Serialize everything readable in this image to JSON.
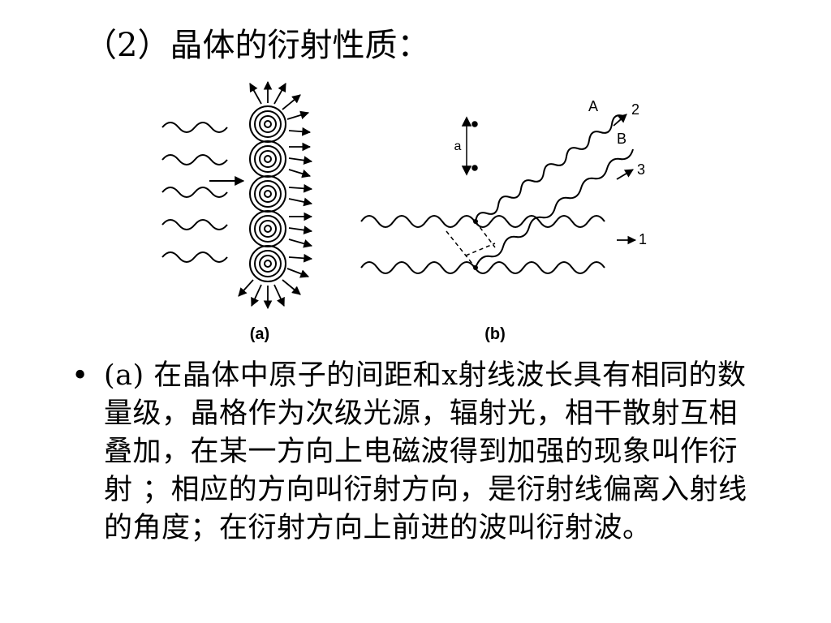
{
  "slide": {
    "title": "（2）晶体的衍射性质：",
    "bullet": "•",
    "paragraph": "(a)  在晶体中原子的间距和x射线波长具有相同的数量级，晶格作为次级光源，辐射光，相干散射互相叠加，在某一方向上电磁波得到加强的现象叫作衍射 ；相应的方向叫衍射方向，是衍射线偏离入射线的角度；在衍射方向上前进的波叫衍射波。"
  },
  "figure": {
    "panel_a": {
      "caption": "(a)"
    },
    "panel_b": {
      "caption": "(b)",
      "spacing_label": "a",
      "wave_labels": [
        "A",
        "B"
      ],
      "direction_labels": [
        "2",
        "3",
        "1"
      ]
    }
  }
}
